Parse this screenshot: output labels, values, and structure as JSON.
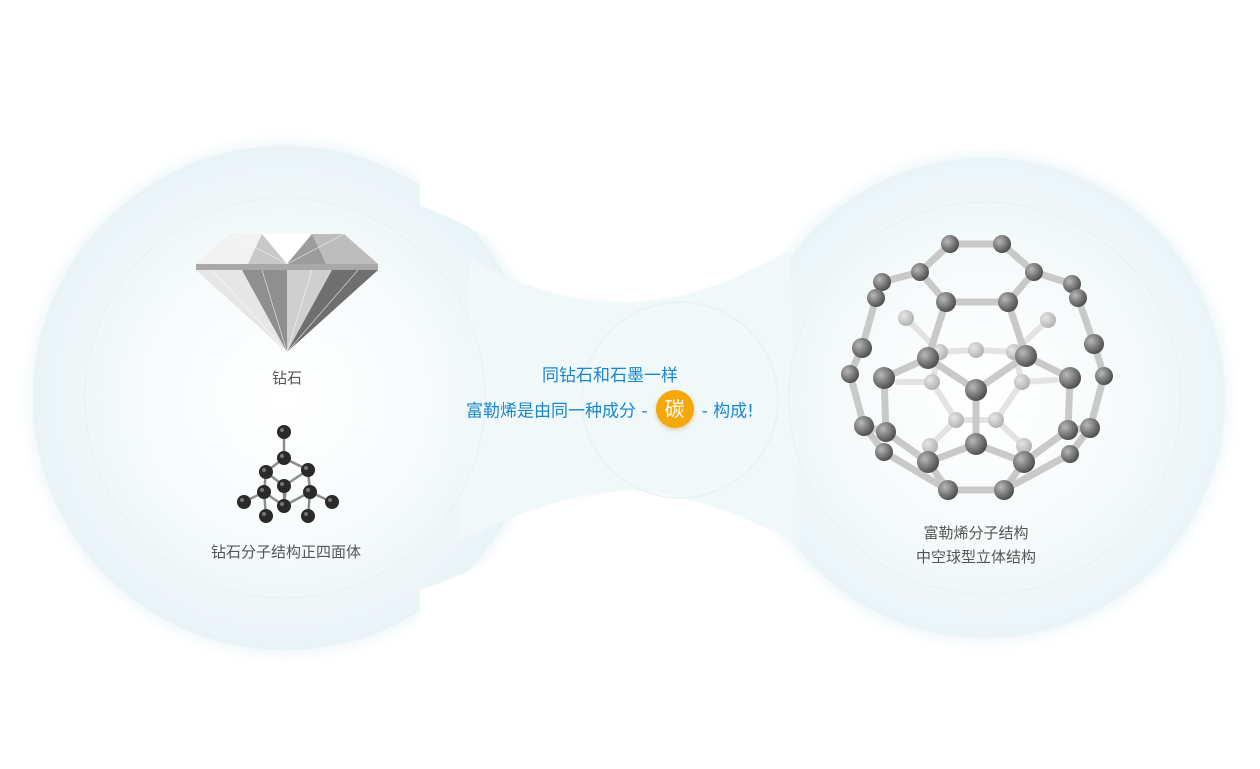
{
  "left_panel": {
    "diamond_label": "钻石",
    "diamond_structure_label": "钻石分子结构正四面体"
  },
  "center": {
    "line1": "同钻石和石墨一样",
    "line2_before": "富勒烯是由同一种成分 -",
    "carbon_char": "碳",
    "line2_after": "- 构成!"
  },
  "right_panel": {
    "fullerene_label_line1": "富勒烯分子结构",
    "fullerene_label_line2": "中空球型立体结构"
  },
  "colors": {
    "accent_text": "#1a86cf",
    "badge": "#f4a80b",
    "label_text": "#555555",
    "bubble": "#eef6f8"
  },
  "icons": {
    "diamond": "diamond-image",
    "diamond_lattice": "tetrahedral-molecule-image",
    "fullerene": "c60-fullerene-image"
  }
}
